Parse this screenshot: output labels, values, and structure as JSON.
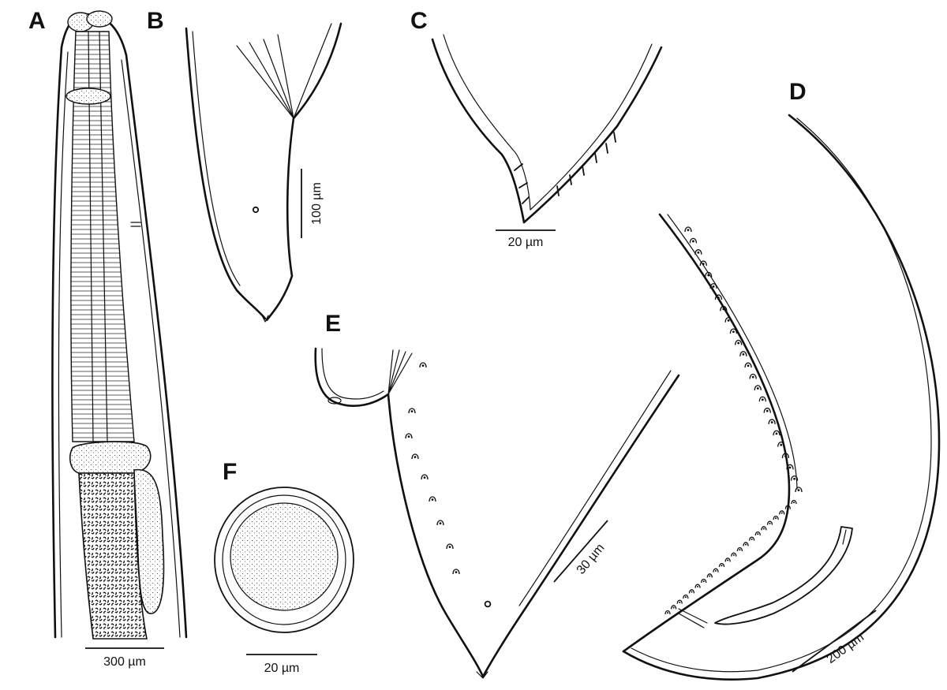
{
  "panels": {
    "A": {
      "letter": "A",
      "scale_label": "300 µm"
    },
    "B": {
      "letter": "B",
      "scale_label": "100 µm"
    },
    "C": {
      "letter": "C",
      "scale_label": "20 µm"
    },
    "D": {
      "letter": "D",
      "scale_label": "200 µm"
    },
    "E": {
      "letter": "E",
      "scale_label": "30 µm"
    },
    "F": {
      "letter": "F",
      "scale_label": "20 µm"
    }
  },
  "colors": {
    "ink": "#111111",
    "paper": "#ffffff"
  }
}
